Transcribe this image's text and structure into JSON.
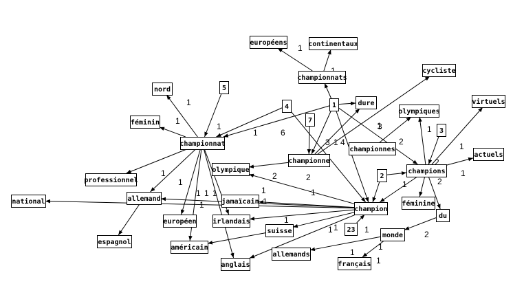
{
  "nodes": {
    "europeens": "européens",
    "continentaux": "continentaux",
    "championnats": "championnats",
    "cycliste": "cycliste",
    "nord": "nord",
    "n5": "5",
    "n4": "4",
    "n1": "1",
    "dure": "dure",
    "olympiques": "olympiques",
    "virtuels": "virtuels",
    "feminin": "féminin",
    "n7": "7",
    "n3": "3",
    "championnat": "championnat",
    "championnes": "championnes",
    "actuels": "actuels",
    "olympique": "olympique",
    "championne": "championne",
    "champions": "champions",
    "n2": "2",
    "professionnel": "professionnel",
    "national": "national",
    "allemand": "allemand",
    "jamaicain": "jamaïcain",
    "champion": "champion",
    "feminine": "féminine",
    "europeen": "européen",
    "irlandais": "irlandais",
    "du": "du",
    "suisse": "suisse",
    "n23": "23",
    "espagnol": "espagnol",
    "monde": "monde",
    "americain": "américain",
    "allemands": "allemands",
    "anglais": "anglais",
    "francais": "français"
  },
  "edges": [
    [
      "championnats",
      "europeens"
    ],
    [
      "championnats",
      "continentaux"
    ],
    [
      "n1",
      "championnats"
    ],
    [
      "championne",
      "cycliste"
    ],
    [
      "championnat",
      "nord"
    ],
    [
      "n5",
      "championnat"
    ],
    [
      "n4",
      "championnat"
    ],
    [
      "n1",
      "championnat"
    ],
    [
      "championnat",
      "feminin"
    ],
    [
      "championnat",
      "professionnel"
    ],
    [
      "championnat",
      "allemand"
    ],
    [
      "championnat",
      "europeen"
    ],
    [
      "championnat",
      "americain"
    ],
    [
      "championnat",
      "irlandais"
    ],
    [
      "championnat",
      "anglais"
    ],
    [
      "n4",
      "champion"
    ],
    [
      "n1",
      "championne"
    ],
    [
      "n1",
      "champion"
    ],
    [
      "n1",
      "champions"
    ],
    [
      "n1",
      "dure"
    ],
    [
      "n7",
      "championne"
    ],
    [
      "championne",
      "dure"
    ],
    [
      "championne",
      "olympique"
    ],
    [
      "championnes",
      "olympiques"
    ],
    [
      "champions",
      "olympiques"
    ],
    [
      "n3",
      "champions"
    ],
    [
      "champions",
      "virtuels"
    ],
    [
      "champions",
      "actuels"
    ],
    [
      "champions",
      "champion"
    ],
    [
      "champions",
      "feminine"
    ],
    [
      "champions",
      "du"
    ],
    [
      "n2",
      "champions"
    ],
    [
      "n2",
      "champion"
    ],
    [
      "champion",
      "olympique"
    ],
    [
      "champion",
      "national"
    ],
    [
      "champion",
      "allemand"
    ],
    [
      "champion",
      "jamaicain"
    ],
    [
      "champion",
      "irlandais"
    ],
    [
      "champion",
      "suisse"
    ],
    [
      "champion",
      "anglais"
    ],
    [
      "n23",
      "champion"
    ],
    [
      "allemand",
      "espagnol"
    ],
    [
      "du",
      "monde"
    ],
    [
      "monde",
      "allemands"
    ],
    [
      "monde",
      "francais"
    ],
    [
      "suisse",
      "americain"
    ]
  ],
  "labels": [
    "1",
    "1",
    "1",
    "1",
    "1",
    "1",
    "6",
    "3",
    "1",
    "4",
    "1",
    "2",
    "1",
    "2",
    "1",
    "1",
    "1",
    "3",
    "2",
    "1",
    "2",
    "2",
    "1",
    "1",
    "1",
    "1",
    "1",
    "1",
    "1",
    "1",
    "1",
    "1",
    "1",
    "1",
    "2",
    "1",
    "1",
    "1"
  ]
}
